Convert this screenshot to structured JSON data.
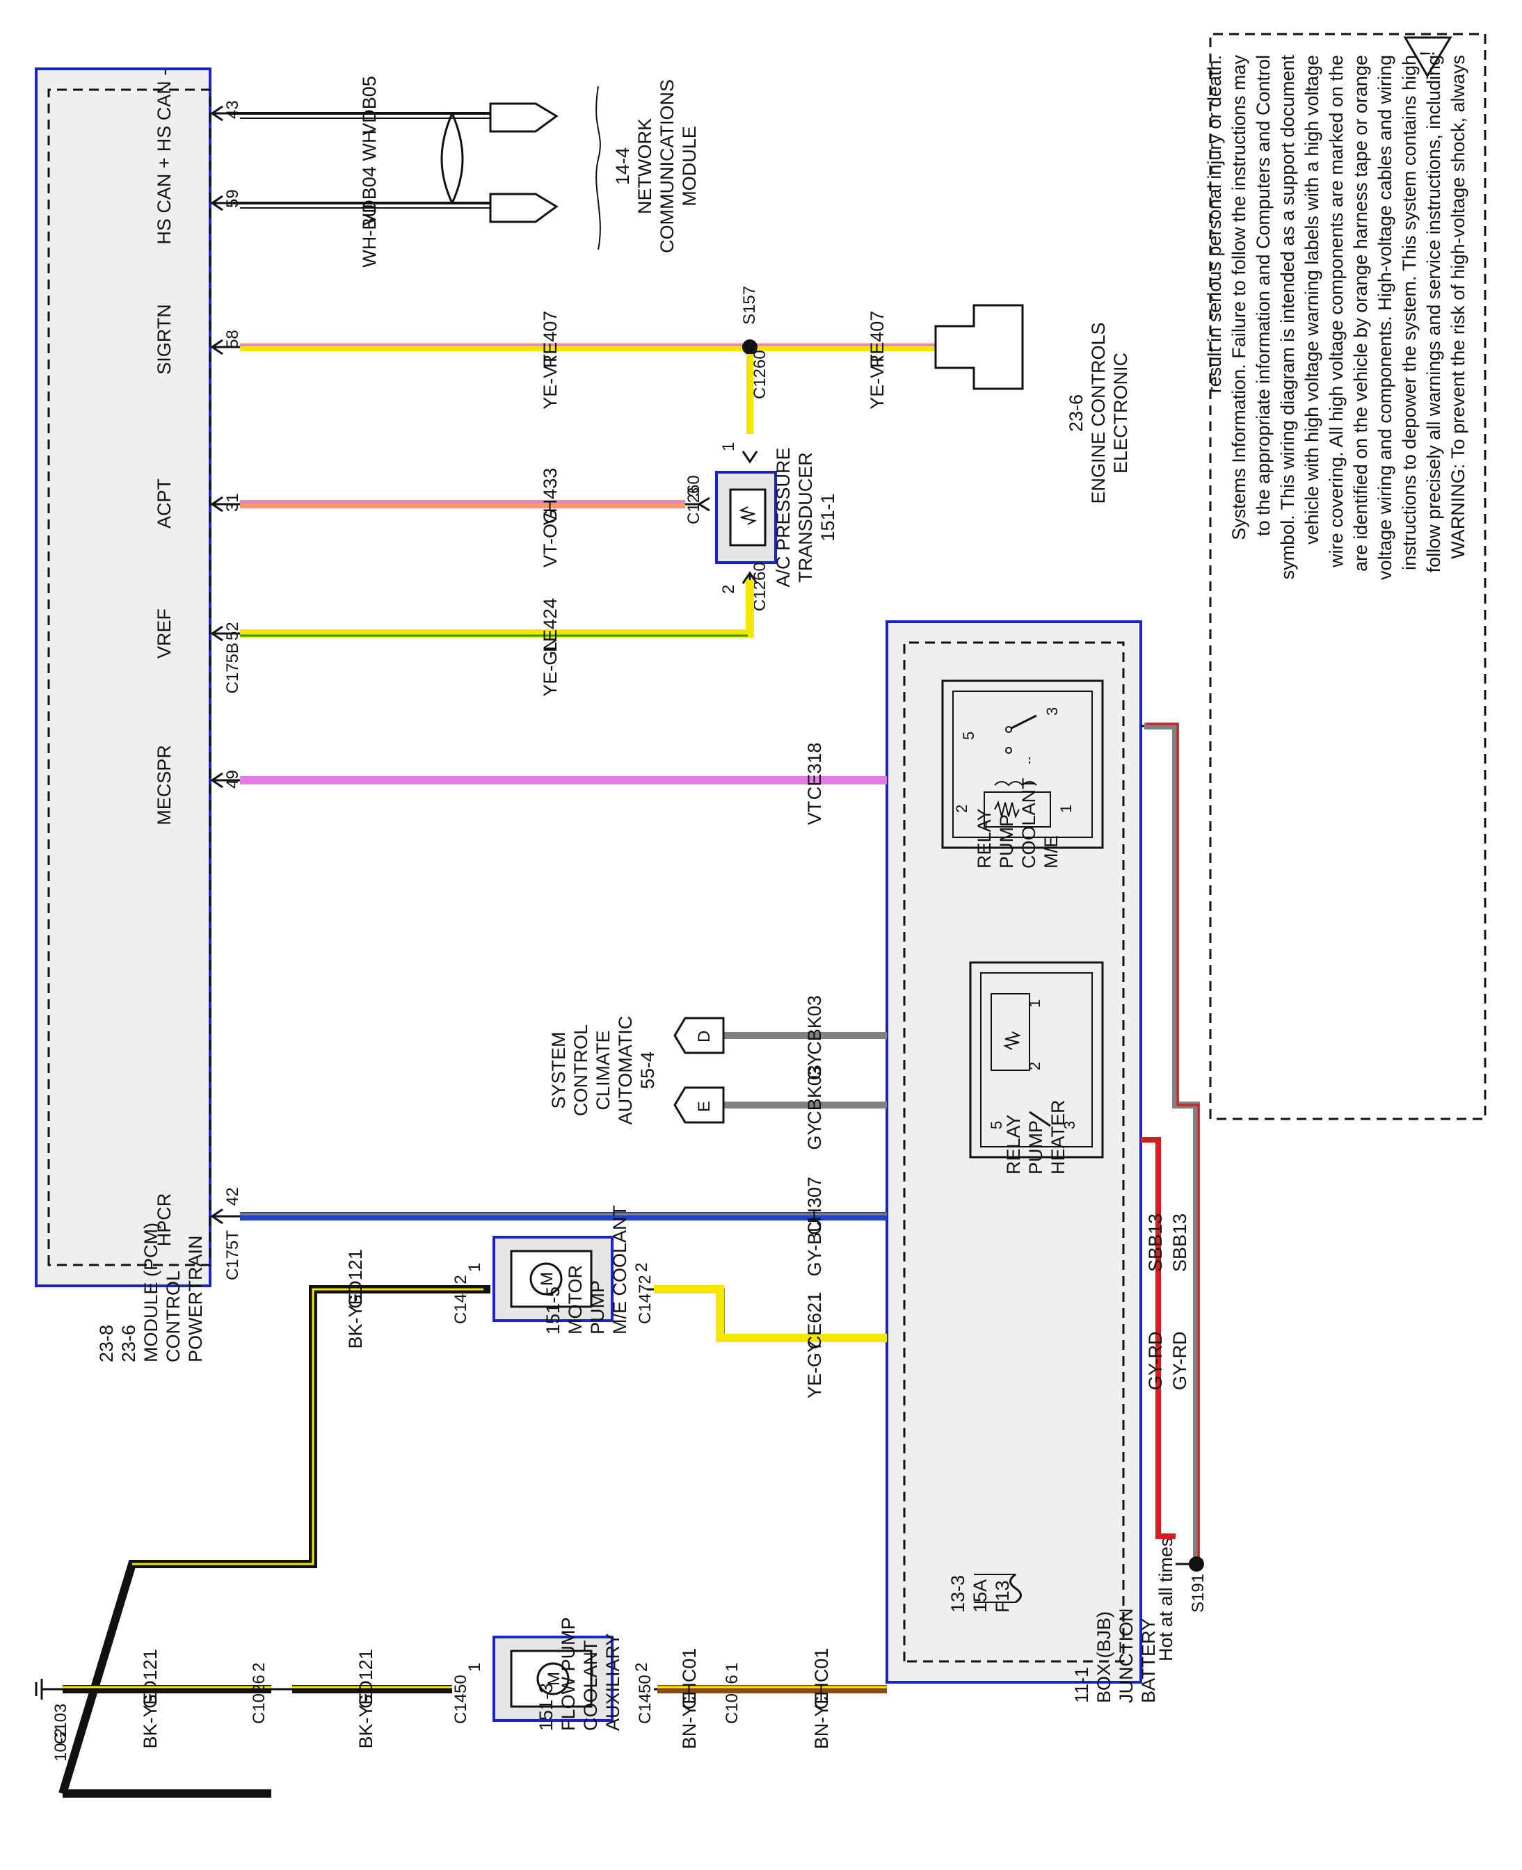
{
  "warning": {
    "lines": [
      "WARNING: To prevent the risk of high-voltage shock, always",
      "follow precisely all warnings and service instructions, including",
      "instructions to depower the system. This system contains high",
      "voltage wiring and components. High-voltage cables and wiring",
      "are identified on the vehicle by orange harness tape or orange",
      "wire covering. All high voltage components are marked on the",
      "vehicle with high voltage warning labels with a high voltage",
      "symbol. This wiring diagram is intended as a support document",
      "to the appropriate information and  Computers and Control",
      "Systems Information. Failure to follow the instructions may",
      "result in serious personal injury or death."
    ],
    "symbol": "!"
  },
  "pcm": {
    "name_lines": [
      "POWERTRAIN",
      "CONTROL",
      "MODULE (PCM)",
      "23-6",
      "23-8"
    ],
    "pins": [
      {
        "label": "HS CAN -",
        "pin": "43"
      },
      {
        "label": "HS CAN +",
        "pin": "59"
      },
      {
        "label": "SIGRTN",
        "pin": "58"
      },
      {
        "label": "ACPT",
        "pin": "31"
      },
      {
        "label": "VREF",
        "pin": "52"
      },
      {
        "label": "MECSPR",
        "pin": "49"
      },
      {
        "label": "HPCR",
        "pin": "42"
      }
    ],
    "connectors": [
      "C175B",
      "C175T"
    ]
  },
  "wires": {
    "vdb05": {
      "circuit": "VDB05",
      "color": "WH"
    },
    "vdb04": {
      "circuit": "VDB04",
      "color": "WH-BU"
    },
    "re407_a": {
      "circuit": "RE407",
      "color": "YE-VT"
    },
    "re407_b": {
      "circuit": "RE407",
      "color": "YE-VT"
    },
    "vh433": {
      "circuit": "VH433",
      "color": "VT-OG"
    },
    "le424": {
      "circuit": "LE424",
      "color": "YE-GN"
    },
    "ce318": {
      "circuit": "CE318",
      "color": "VT"
    },
    "cbk03_d": {
      "circuit": "CBK03",
      "color": "GY"
    },
    "cbk03_e": {
      "circuit": "CBK03",
      "color": "GY"
    },
    "ch307": {
      "circuit": "CH307",
      "color": "GY-BU"
    },
    "ce621": {
      "circuit": "CE621",
      "color": "YE-GY"
    },
    "gd121_a": {
      "circuit": "GD121",
      "color": "BK-YE"
    },
    "gd121_b": {
      "circuit": "GD121",
      "color": "BK-YE"
    },
    "gd121_c": {
      "circuit": "GD121",
      "color": "BK-YE"
    },
    "chc01_a": {
      "circuit": "CHC01",
      "color": "BN-YE"
    },
    "chc01_b": {
      "circuit": "CHC01",
      "color": "BN-YE"
    },
    "sbb13_a": {
      "circuit": "SBB13",
      "color": "GY-RD"
    },
    "sbb13_b": {
      "circuit": "SBB13",
      "color": "GY-RD"
    }
  },
  "module_comm": {
    "lines": [
      "MODULE",
      "COMMUNICATIONS",
      "NETWORK",
      "14-4"
    ]
  },
  "electronic_engine": {
    "lines": [
      "ELECTRONIC",
      "ENGINE CONTROLS",
      "23-6"
    ]
  },
  "splice_s157": "S157",
  "splice_s191": "S191",
  "ac_transducer": {
    "lines": [
      "A/C PRESSURE",
      "TRANSDUCER",
      "151-1"
    ],
    "pins": {
      "p1": "1",
      "p2": "2",
      "p3": "3"
    },
    "connector": "C1260"
  },
  "auto_climate": {
    "lines": [
      "55-4",
      "AUTOMATIC",
      "CLIMATE",
      "CONTROL",
      "SYSTEM"
    ],
    "conn_d": "D",
    "conn_e": "E"
  },
  "me_relay": {
    "lines": [
      "M/E",
      "COOLANT",
      "PUMP",
      "RELAY"
    ],
    "pins": [
      "3",
      "5",
      "1",
      "2"
    ]
  },
  "heater_relay": {
    "lines": [
      "HEATER",
      "PUMP",
      "RELAY"
    ],
    "pins": [
      "2",
      "1",
      "5",
      "3"
    ]
  },
  "bjb": {
    "lines": [
      "BATTERY",
      "JUNCTION",
      "BOX (BJB)",
      "11-1"
    ]
  },
  "fuse": {
    "lines": [
      "F13",
      "15A",
      "13-3"
    ],
    "hot": "Hot at all times"
  },
  "me_pump_motor": {
    "lines": [
      "M/E COOLANT",
      "PUMP",
      "MOTOR",
      "151-5"
    ],
    "pin_a": "1",
    "pin_b": "2",
    "connector": "C1472"
  },
  "aux_pump": {
    "lines": [
      "AUXILIARY",
      "COOLANT",
      "FLOW PUMP",
      "151-3"
    ],
    "pin_a": "1",
    "pin_b": "2",
    "connector": "C1450"
  },
  "c1026": {
    "name": "C1026",
    "pin_left": "2",
    "pin_right": "1"
  },
  "ground": {
    "name": "G103",
    "ref": "10-2"
  },
  "colors": {
    "module_border": "#1a22c8",
    "box_fill": "#efefef",
    "yellow": "#f4e600",
    "violet": "#e87ae8",
    "orange": "#f29a6a",
    "green": "#2c9a1a",
    "blue": "#2040d0",
    "gray": "#808080",
    "red": "#d02020",
    "brown": "#8a4a1a",
    "black": "#111111"
  }
}
